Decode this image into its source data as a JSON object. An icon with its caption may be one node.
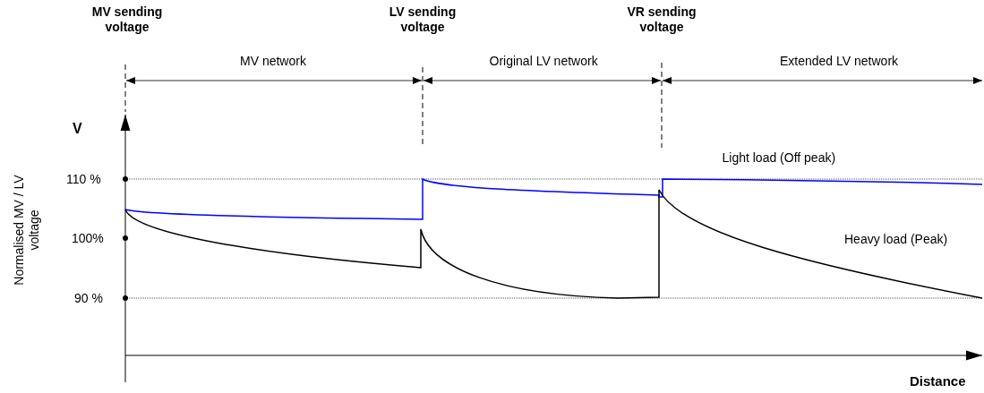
{
  "diagram": {
    "labels": [
      "MV sending voltage",
      "LV sending voltage",
      "VR sending voltage",
      "MV network",
      "Original LV network",
      "Extended LV network",
      "V",
      "Light load (Off peak)",
      "110 %",
      "Normalised MV / LV voltage",
      "100%",
      "Heavy load (Peak)",
      "90 %",
      "Distance"
    ]
  }
}
